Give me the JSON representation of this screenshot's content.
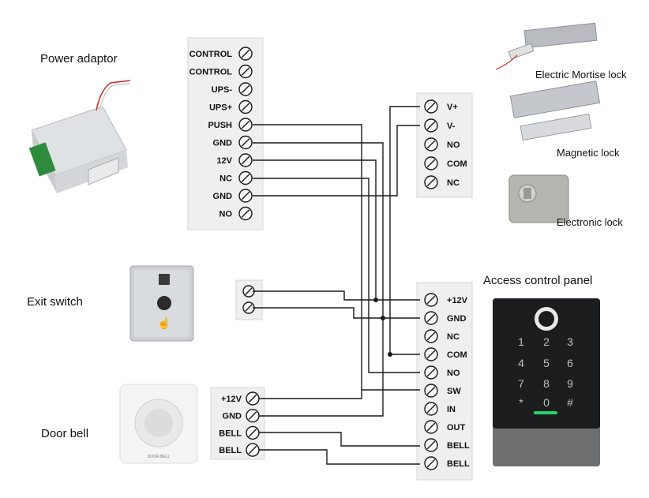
{
  "labels": {
    "power_adaptor": "Power adaptor",
    "exit_switch": "Exit switch",
    "door_bell": "Door bell",
    "access_panel": "Access control panel",
    "mortise_lock": "Electric Mortise lock",
    "magnetic_lock": "Magnetic lock",
    "electronic_lock": "Electronic lock"
  },
  "power_supply_terminals": [
    "CONTROL",
    "CONTROL",
    "UPS-",
    "UPS+",
    "PUSH",
    "GND",
    "12V",
    "NC",
    "GND",
    "NO"
  ],
  "lock_terminals": [
    "V+",
    "V-",
    "NO",
    "COM",
    "NC"
  ],
  "panel_terminals": [
    "+12V",
    "GND",
    "NC",
    "COM",
    "NO",
    "SW",
    "IN",
    "OUT",
    "BELL",
    "BELL"
  ],
  "doorbell_terminals": [
    "+12V",
    "GND",
    "BELL",
    "BELL"
  ],
  "keypad": {
    "keys": [
      "1",
      "2",
      "3",
      "4",
      "5",
      "6",
      "7",
      "8",
      "9",
      "*",
      "0",
      "#"
    ]
  },
  "doorbell_brand": "DOOR BELL",
  "colors": {
    "wire": "#1a1a1a",
    "terminal_block": "#efefef",
    "panel_dark": "#1c1d1f",
    "panel_grey": "#6d6e70",
    "led_green": "#27d36b"
  }
}
